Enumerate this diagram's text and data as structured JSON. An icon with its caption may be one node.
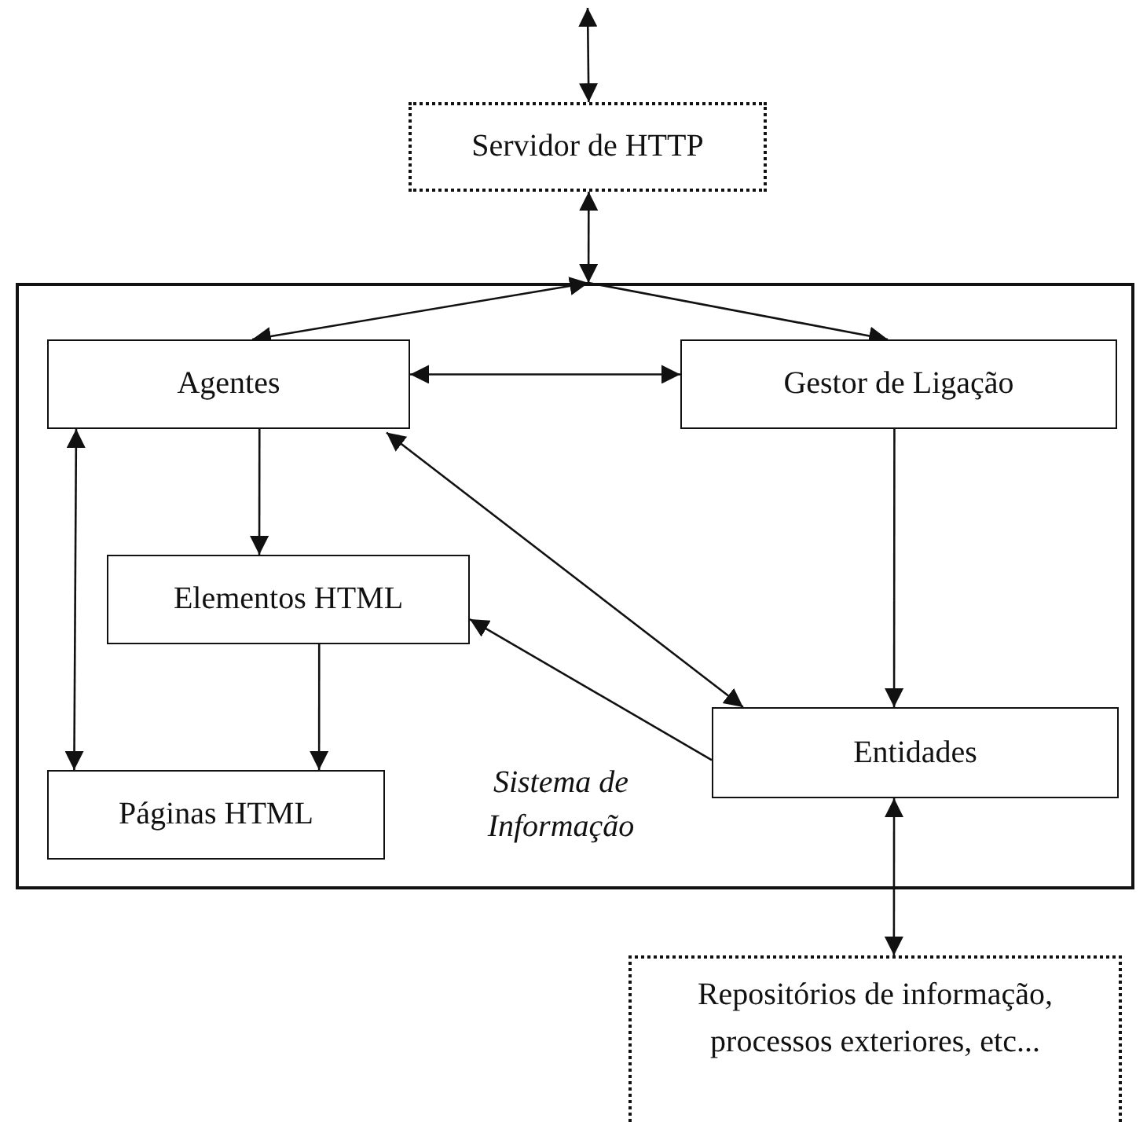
{
  "diagram": {
    "nodes": [
      {
        "text": [
          "Servidor de HTTP"
        ]
      },
      {
        "text": [
          "Sistema de Informação"
        ]
      },
      {
        "text": [
          "Agentes"
        ],
        "in": 1
      },
      {
        "text": [
          "Gestor de Ligação"
        ],
        "in": 1
      },
      {
        "text": [
          "Elementos HTML"
        ],
        "in": 1
      },
      {
        "text": [
          "Entidades"
        ],
        "in": 1
      },
      {
        "text": [
          "Páginas HTML"
        ],
        "in": 1
      },
      {
        "text": [
          "Repositórios de informação, processos exteriores, etc..."
        ]
      }
    ],
    "edges": [
      {
        "from": null,
        "to": 0,
        "arrow": "both"
      },
      {
        "from": 0,
        "to": 1,
        "arrow": "both"
      },
      {
        "from": 1,
        "to": 2,
        "arrow": "both"
      },
      {
        "from": 1,
        "to": 3,
        "arrow": "to"
      },
      {
        "from": 2,
        "to": 3,
        "arrow": "both"
      },
      {
        "from": 2,
        "to": 4,
        "arrow": "to"
      },
      {
        "from": 2,
        "to": 6,
        "arrow": "both"
      },
      {
        "from": 2,
        "to": 5,
        "arrow": "both"
      },
      {
        "from": 5,
        "to": 4,
        "arrow": "to"
      },
      {
        "from": 3,
        "to": 5,
        "arrow": "to"
      },
      {
        "from": 4,
        "to": 6,
        "arrow": "to"
      },
      {
        "from": 5,
        "to": 7,
        "arrow": "both"
      }
    ]
  }
}
